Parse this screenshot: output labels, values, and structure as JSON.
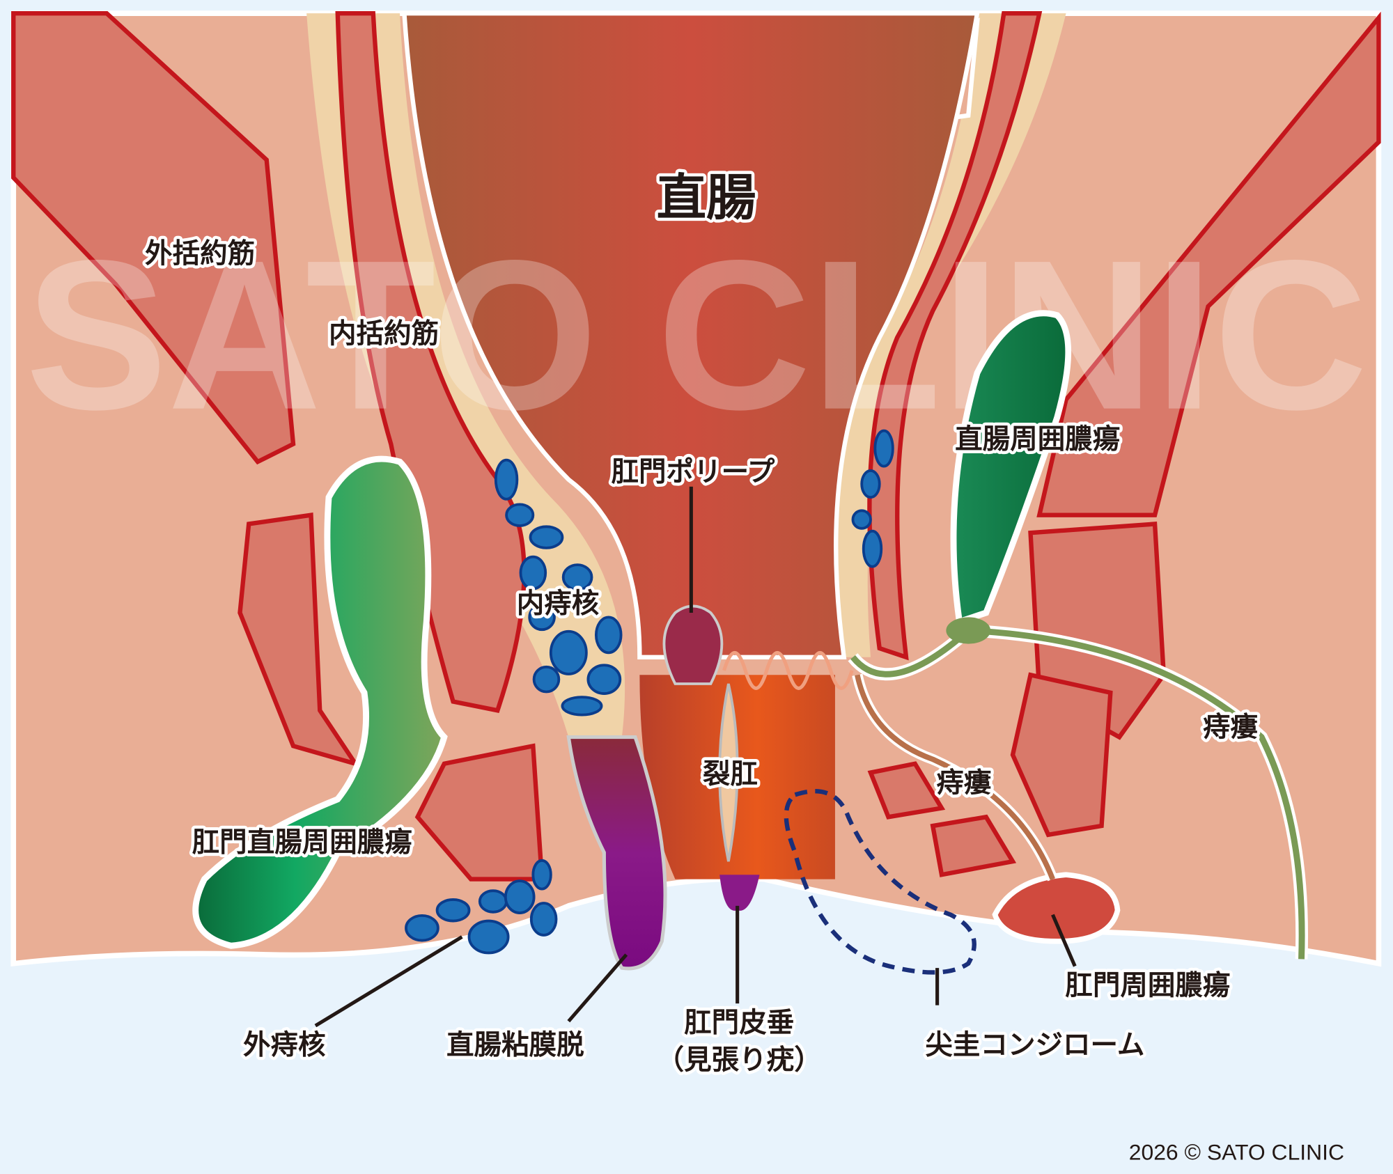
{
  "title": "直腸",
  "watermark": "SATO CLINIC",
  "labels": {
    "external_sphincter": "外括約筋",
    "internal_sphincter": "内括約筋",
    "internal_hemorrhoid": "内痔核",
    "anal_polyp": "肛門ポリープ",
    "perirectal_abscess": "直腸周囲膿瘍",
    "anal_fistula_right": "痔瘻",
    "anal_fistula_center": "痔瘻",
    "anal_fissure": "裂肛",
    "anorectal_abscess": "肛門直腸周囲膿瘍",
    "perianal_abscess": "肛門周囲膿瘍",
    "external_hemorrhoid": "外痔核",
    "rectal_prolapse": "直腸粘膜脱",
    "skin_tag": "肛門皮垂",
    "skin_tag_sub": "（見張り疣）",
    "condyloma": "尖圭コンジローム"
  },
  "copyright": "2026 © SATO CLINIC",
  "colors": {
    "background": "#e8f3fc",
    "tissue": "#e9ae95",
    "muscle": "#d9796a",
    "muscle_outline": "#c4161c",
    "fat": "#f0d3a8",
    "abscess": "#10a060",
    "vein": "#1d6fb8",
    "condyloma_outline": "#1a2f7a"
  }
}
